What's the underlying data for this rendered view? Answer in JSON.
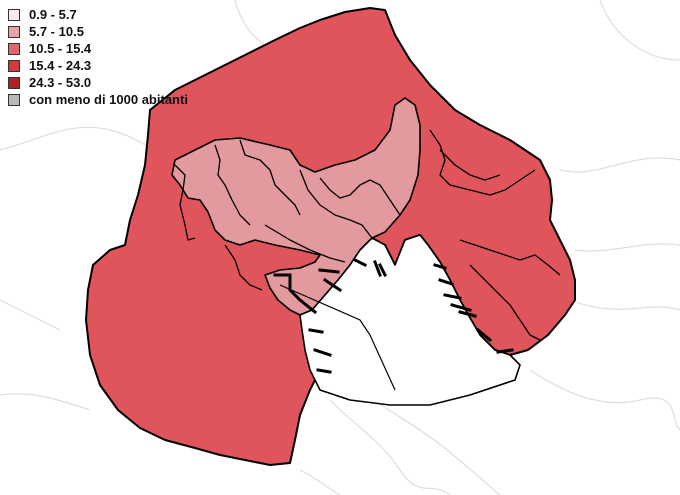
{
  "legend": {
    "items": [
      {
        "label": "0.9 - 5.7",
        "color": "#fbe9e9"
      },
      {
        "label": "5.7 - 10.5",
        "color": "#e9a1a5"
      },
      {
        "label": "10.5 - 15.4",
        "color": "#e2666d"
      },
      {
        "label": "15.4 - 24.3",
        "color": "#d23a40"
      },
      {
        "label": "24.3 - 53.0",
        "color": "#b02024"
      },
      {
        "label": "con meno di 1000 abitanti",
        "color": "#b8b8b8"
      }
    ]
  },
  "map": {
    "region_colors": {
      "outer": "#e0555c",
      "inner": "#e29a9e",
      "background_lines": "#dcdcdc",
      "border": "#000000"
    }
  }
}
